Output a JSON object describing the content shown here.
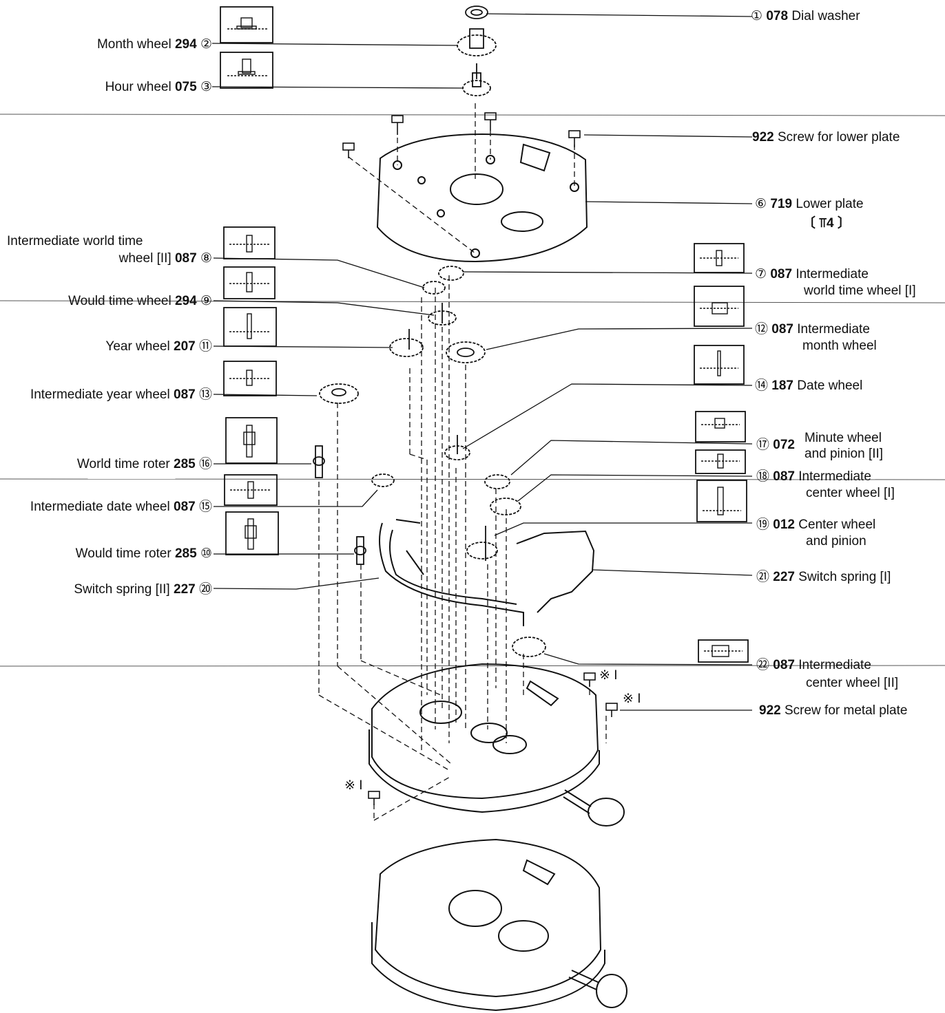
{
  "parts": [
    {
      "id": "p1",
      "num": "①",
      "code": "078",
      "name": "Dial washer",
      "side": "right"
    },
    {
      "id": "p2",
      "num": "②",
      "code": "294",
      "name": "Month wheel",
      "side": "left"
    },
    {
      "id": "p3",
      "num": "③",
      "code": "075",
      "name": "Hour wheel",
      "side": "left"
    },
    {
      "id": "p922a",
      "num": "",
      "code": "922",
      "name": "Screw for lower plate",
      "side": "right"
    },
    {
      "id": "p6",
      "num": "⑥",
      "code": "719",
      "name": "Lower plate",
      "side": "right",
      "note": "〔 ⫪4 〕"
    },
    {
      "id": "p8",
      "num": "⑧",
      "code": "087",
      "name": "Intermediate world time",
      "name2": "wheel [II]",
      "side": "left"
    },
    {
      "id": "p7",
      "num": "⑦",
      "code": "087",
      "name": "Intermediate",
      "name2": "world time wheel [I]",
      "side": "right"
    },
    {
      "id": "p9",
      "num": "⑨",
      "code": "294",
      "name": "Would time wheel",
      "side": "left"
    },
    {
      "id": "p12",
      "num": "⑫",
      "code": "087",
      "name": "Intermediate",
      "name2": "month wheel",
      "side": "right"
    },
    {
      "id": "p11",
      "num": "⑪",
      "code": "207",
      "name": "Year wheel",
      "side": "left"
    },
    {
      "id": "p13",
      "num": "⑬",
      "code": "087",
      "name": "Intermediate year wheel",
      "side": "left"
    },
    {
      "id": "p14",
      "num": "⑭",
      "code": "187",
      "name": "Date wheel",
      "side": "right"
    },
    {
      "id": "p16",
      "num": "⑯",
      "code": "285",
      "name": "World time roter",
      "side": "left"
    },
    {
      "id": "p17",
      "num": "⑰",
      "code": "072",
      "name": "Minute wheel",
      "name2": "and pinion [II]",
      "side": "right"
    },
    {
      "id": "p18",
      "num": "⑱",
      "code": "087",
      "name": "Intermediate",
      "name2": "center wheel [I]",
      "side": "right"
    },
    {
      "id": "p15",
      "num": "⑮",
      "code": "087",
      "name": "Intermediate date wheel",
      "side": "left"
    },
    {
      "id": "p19",
      "num": "⑲",
      "code": "012",
      "name": "Center wheel",
      "name2": "and pinion",
      "side": "right"
    },
    {
      "id": "p10",
      "num": "⑩",
      "code": "285",
      "name": "Would time roter",
      "side": "left"
    },
    {
      "id": "p20",
      "num": "⑳",
      "code": "227",
      "name": "Switch spring [II]",
      "side": "left"
    },
    {
      "id": "p21",
      "num": "㉑",
      "code": "227",
      "name": "Switch spring [I]",
      "side": "right"
    },
    {
      "id": "p22",
      "num": "㉒",
      "code": "087",
      "name": "Intermediate",
      "name2": "center wheel [II]",
      "side": "right"
    },
    {
      "id": "p922b",
      "num": "",
      "code": "922",
      "name": "Screw for metal plate",
      "side": "right"
    }
  ],
  "markers": {
    "screw_mark": "※ I"
  }
}
